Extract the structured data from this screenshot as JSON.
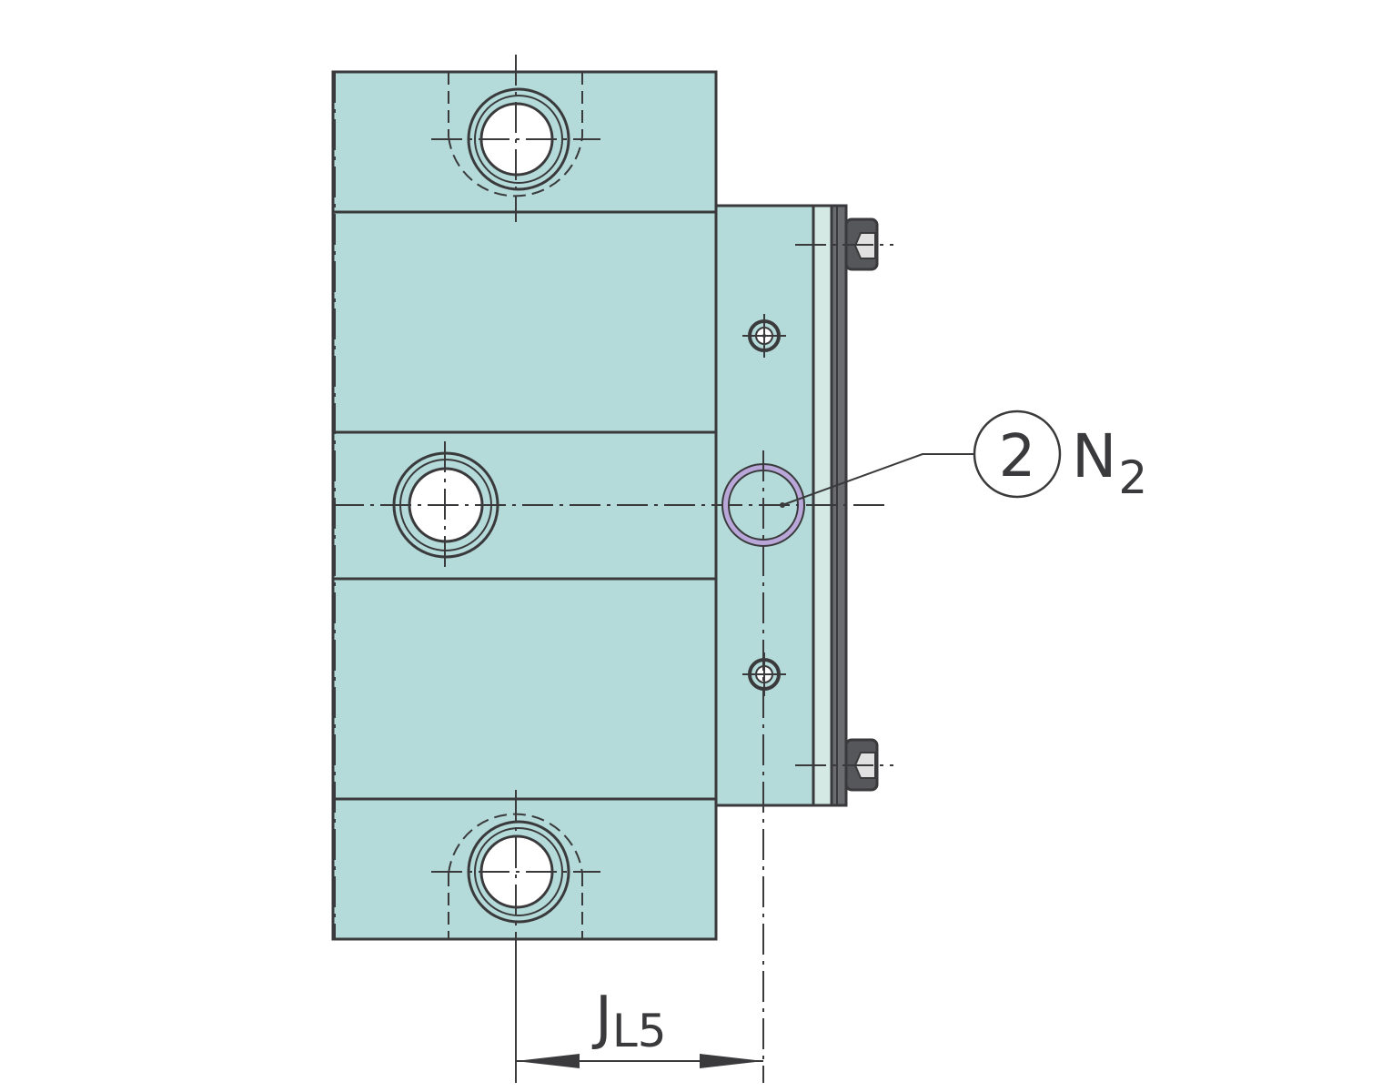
{
  "callout": {
    "number": "2",
    "symbol": "N",
    "subscript": "2"
  },
  "dimension": {
    "symbol": "J",
    "subscript": "L5"
  },
  "colors": {
    "body": "#b4dad9",
    "seal_plate": "#d4e8e4",
    "lube_ring": "#b8a7d8",
    "line": "#3a3a3c"
  }
}
